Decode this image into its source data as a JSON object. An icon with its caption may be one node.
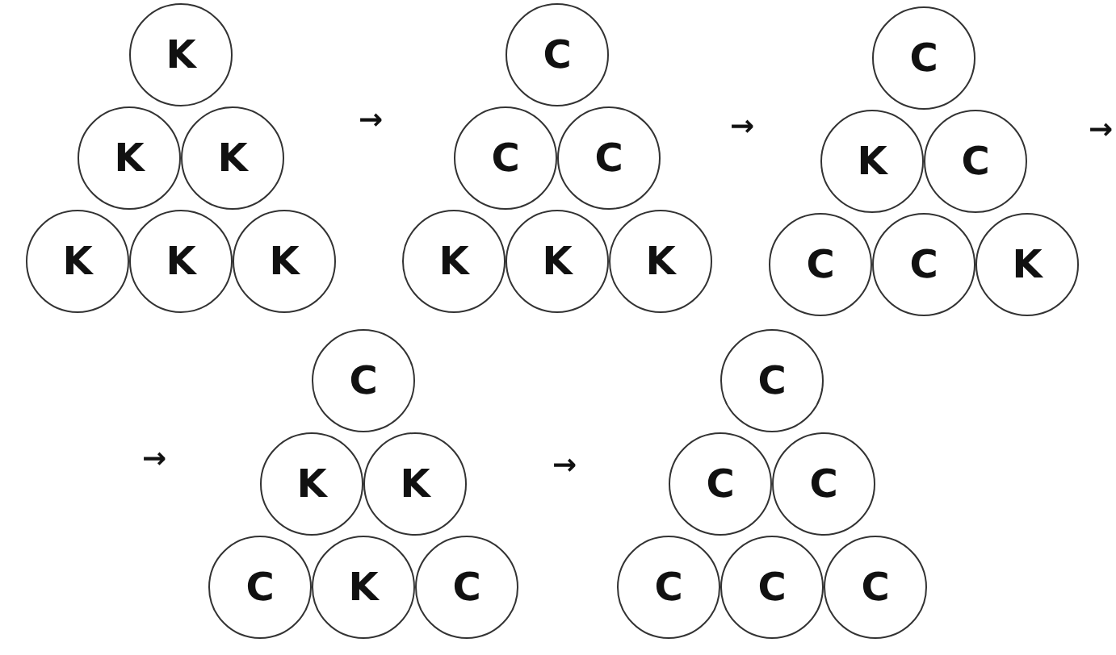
{
  "diagram": {
    "nodes": [
      {
        "text": [
          "K"
        ]
      },
      {
        "text": [
          "K"
        ]
      },
      {
        "text": [
          "K"
        ]
      },
      {
        "text": [
          "K"
        ]
      },
      {
        "text": [
          "K"
        ]
      },
      {
        "text": [
          "K"
        ]
      },
      {
        "text": [
          "C"
        ]
      },
      {
        "text": [
          "C"
        ]
      },
      {
        "text": [
          "C"
        ]
      },
      {
        "text": [
          "K"
        ]
      },
      {
        "text": [
          "K"
        ]
      },
      {
        "text": [
          "K"
        ]
      },
      {
        "text": [
          "C"
        ]
      },
      {
        "text": [
          "K"
        ]
      },
      {
        "text": [
          "C"
        ]
      },
      {
        "text": [
          "C"
        ]
      },
      {
        "text": [
          "C"
        ]
      },
      {
        "text": [
          "K"
        ]
      },
      {
        "text": [
          "C"
        ]
      },
      {
        "text": [
          "K"
        ]
      },
      {
        "text": [
          "K"
        ]
      },
      {
        "text": [
          "C"
        ]
      },
      {
        "text": [
          "K"
        ]
      },
      {
        "text": [
          "C"
        ]
      },
      {
        "text": [
          "C"
        ]
      },
      {
        "text": [
          "C"
        ]
      },
      {
        "text": [
          "C"
        ]
      },
      {
        "text": [
          "C"
        ]
      },
      {
        "text": [
          "C"
        ]
      },
      {
        "text": [
          "C"
        ]
      }
    ],
    "labels": [
      "→",
      "→",
      "→",
      "→",
      "→"
    ]
  }
}
